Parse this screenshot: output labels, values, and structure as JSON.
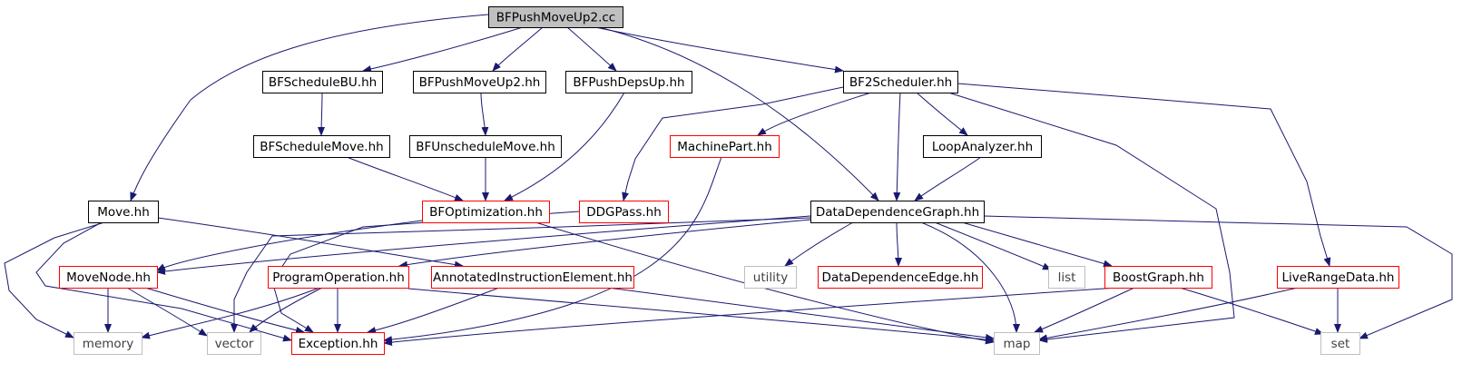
{
  "nodes": [
    {
      "id": "root",
      "label": "BFPushMoveUp2.cc",
      "kind": "root"
    },
    {
      "id": "bfschedulebu",
      "label": "BFScheduleBU.hh",
      "kind": "normal"
    },
    {
      "id": "bfpushmoveup2",
      "label": "BFPushMoveUp2.hh",
      "kind": "normal"
    },
    {
      "id": "bfpushdepsup",
      "label": "BFPushDepsUp.hh",
      "kind": "normal"
    },
    {
      "id": "bf2scheduler",
      "label": "BF2Scheduler.hh",
      "kind": "normal"
    },
    {
      "id": "bfschedulemove",
      "label": "BFScheduleMove.hh",
      "kind": "normal"
    },
    {
      "id": "bfunschedulemove",
      "label": "BFUnscheduleMove.hh",
      "kind": "normal"
    },
    {
      "id": "machinepart",
      "label": "MachinePart.hh",
      "kind": "red"
    },
    {
      "id": "loopanalyzer",
      "label": "LoopAnalyzer.hh",
      "kind": "normal"
    },
    {
      "id": "move",
      "label": "Move.hh",
      "kind": "normal"
    },
    {
      "id": "bfoptimization",
      "label": "BFOptimization.hh",
      "kind": "red"
    },
    {
      "id": "ddgpass",
      "label": "DDGPass.hh",
      "kind": "red"
    },
    {
      "id": "ddg",
      "label": "DataDependenceGraph.hh",
      "kind": "normal"
    },
    {
      "id": "movenode",
      "label": "MoveNode.hh",
      "kind": "red"
    },
    {
      "id": "programoperation",
      "label": "ProgramOperation.hh",
      "kind": "red"
    },
    {
      "id": "annotated",
      "label": "AnnotatedInstructionElement.hh",
      "kind": "red"
    },
    {
      "id": "utility",
      "label": "utility",
      "kind": "gray"
    },
    {
      "id": "ddedge",
      "label": "DataDependenceEdge.hh",
      "kind": "red"
    },
    {
      "id": "list",
      "label": "list",
      "kind": "gray"
    },
    {
      "id": "boostgraph",
      "label": "BoostGraph.hh",
      "kind": "red"
    },
    {
      "id": "liverangedata",
      "label": "LiveRangeData.hh",
      "kind": "red"
    },
    {
      "id": "memory",
      "label": "memory",
      "kind": "gray"
    },
    {
      "id": "vector",
      "label": "vector",
      "kind": "gray"
    },
    {
      "id": "exception",
      "label": "Exception.hh",
      "kind": "red"
    },
    {
      "id": "map",
      "label": "map",
      "kind": "gray"
    },
    {
      "id": "set",
      "label": "set",
      "kind": "gray"
    }
  ],
  "edges": [
    [
      "root",
      "bfschedulebu"
    ],
    [
      "root",
      "bfpushmoveup2"
    ],
    [
      "root",
      "bfpushdepsup"
    ],
    [
      "root",
      "bf2scheduler"
    ],
    [
      "root",
      "move"
    ],
    [
      "root",
      "ddg"
    ],
    [
      "bfschedulebu",
      "bfschedulemove"
    ],
    [
      "bfpushmoveup2",
      "bfunschedulemove"
    ],
    [
      "bfpushdepsup",
      "bfoptimization"
    ],
    [
      "bfschedulemove",
      "bfoptimization"
    ],
    [
      "bfunschedulemove",
      "bfoptimization"
    ],
    [
      "bf2scheduler",
      "ddgpass"
    ],
    [
      "bf2scheduler",
      "machinepart"
    ],
    [
      "bf2scheduler",
      "loopanalyzer"
    ],
    [
      "bf2scheduler",
      "ddg"
    ],
    [
      "bf2scheduler",
      "liverangedata"
    ],
    [
      "bf2scheduler",
      "map"
    ],
    [
      "loopanalyzer",
      "ddg"
    ],
    [
      "machinepart",
      "exception"
    ],
    [
      "move",
      "memory"
    ],
    [
      "move",
      "exception"
    ],
    [
      "move",
      "annotated"
    ],
    [
      "bfoptimization",
      "movenode"
    ],
    [
      "bfoptimization",
      "map"
    ],
    [
      "ddgpass",
      "exception"
    ],
    [
      "ddg",
      "movenode"
    ],
    [
      "ddg",
      "programoperation"
    ],
    [
      "ddg",
      "vector"
    ],
    [
      "ddg",
      "utility"
    ],
    [
      "ddg",
      "ddedge"
    ],
    [
      "ddg",
      "list"
    ],
    [
      "ddg",
      "boostgraph"
    ],
    [
      "ddg",
      "map"
    ],
    [
      "ddg",
      "set"
    ],
    [
      "movenode",
      "memory"
    ],
    [
      "movenode",
      "vector"
    ],
    [
      "movenode",
      "exception"
    ],
    [
      "programoperation",
      "memory"
    ],
    [
      "programoperation",
      "vector"
    ],
    [
      "programoperation",
      "exception"
    ],
    [
      "programoperation",
      "map"
    ],
    [
      "annotated",
      "exception"
    ],
    [
      "annotated",
      "map"
    ],
    [
      "boostgraph",
      "exception"
    ],
    [
      "boostgraph",
      "map"
    ],
    [
      "boostgraph",
      "set"
    ],
    [
      "liverangedata",
      "map"
    ],
    [
      "liverangedata",
      "set"
    ]
  ],
  "colors": {
    "edge": "#191970",
    "normal_border": "#000000",
    "red_border": "#ff0000",
    "gray_border": "#bfbfbf",
    "root_fill": "#bfbfbf",
    "text": "#000000",
    "gray_text": "#404040"
  }
}
